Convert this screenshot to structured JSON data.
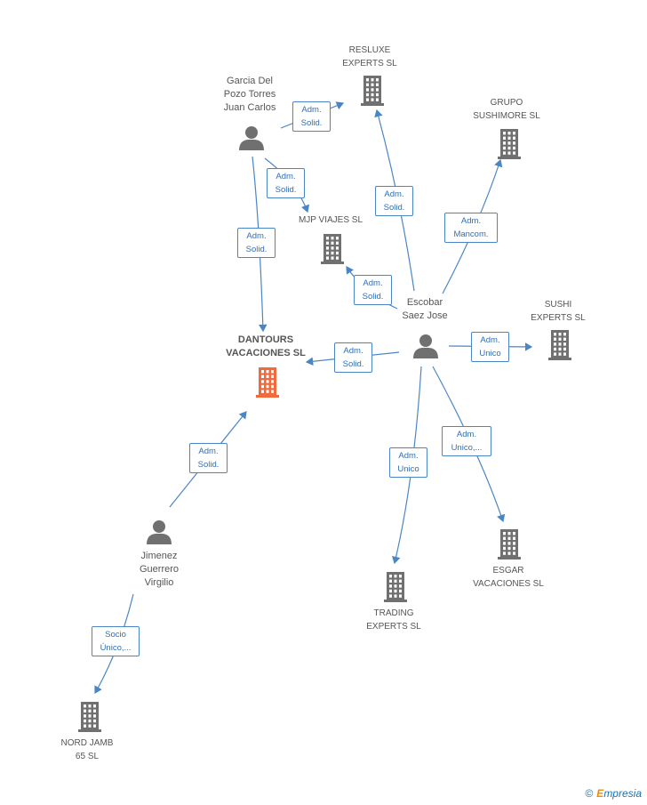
{
  "nodes": {
    "garcia": {
      "label": "Garcia Del\nPozo Torres\nJuan Carlos",
      "type": "person"
    },
    "resluxe": {
      "label": "RESLUXE\nEXPERTS SL",
      "type": "company"
    },
    "grupo": {
      "label": "GRUPO\nSUSHIMORE SL",
      "type": "company"
    },
    "mjp": {
      "label": "MJP VIAJES SL",
      "type": "company"
    },
    "escobar": {
      "label": "Escobar\nSaez Jose",
      "type": "person"
    },
    "sushi": {
      "label": "SUSHI\nEXPERTS SL",
      "type": "company"
    },
    "dantours": {
      "label": "DANTOURS\nVACACIONES SL",
      "type": "company-main"
    },
    "jimenez": {
      "label": "Jimenez\nGuerrero\nVirgilio",
      "type": "person"
    },
    "trading": {
      "label": "TRADING\nEXPERTS SL",
      "type": "company"
    },
    "esgar": {
      "label": "ESGAR\nVACACIONES SL",
      "type": "company"
    },
    "nord": {
      "label": "NORD JAMB\n65 SL",
      "type": "company"
    }
  },
  "edges": [
    {
      "from": "garcia",
      "to": "resluxe",
      "label": "Adm.\nSolid."
    },
    {
      "from": "garcia",
      "to": "mjp",
      "label": "Adm.\nSolid."
    },
    {
      "from": "garcia",
      "to": "dantours",
      "label": "Adm.\nSolid."
    },
    {
      "from": "escobar",
      "to": "resluxe",
      "label": "Adm.\nSolid."
    },
    {
      "from": "escobar",
      "to": "grupo",
      "label": "Adm.\nMancom."
    },
    {
      "from": "escobar",
      "to": "mjp",
      "label": "Adm.\nSolid."
    },
    {
      "from": "escobar",
      "to": "sushi",
      "label": "Adm.\nUnico"
    },
    {
      "from": "escobar",
      "to": "dantours",
      "label": "Adm.\nSolid."
    },
    {
      "from": "escobar",
      "to": "trading",
      "label": "Adm.\nUnico"
    },
    {
      "from": "escobar",
      "to": "esgar",
      "label": "Adm.\nUnico,..."
    },
    {
      "from": "jimenez",
      "to": "dantours",
      "label": "Adm.\nSolid."
    },
    {
      "from": "jimenez",
      "to": "nord",
      "label": "Socio\nÚnico,..."
    }
  ],
  "colors": {
    "edge": "#4a86c5",
    "icon": "#707070",
    "main_icon": "#f26a3b",
    "edge_text": "#2f6fb7"
  },
  "footer": {
    "copyright": "©",
    "brand_initial": "E",
    "brand_rest": "mpresia"
  }
}
